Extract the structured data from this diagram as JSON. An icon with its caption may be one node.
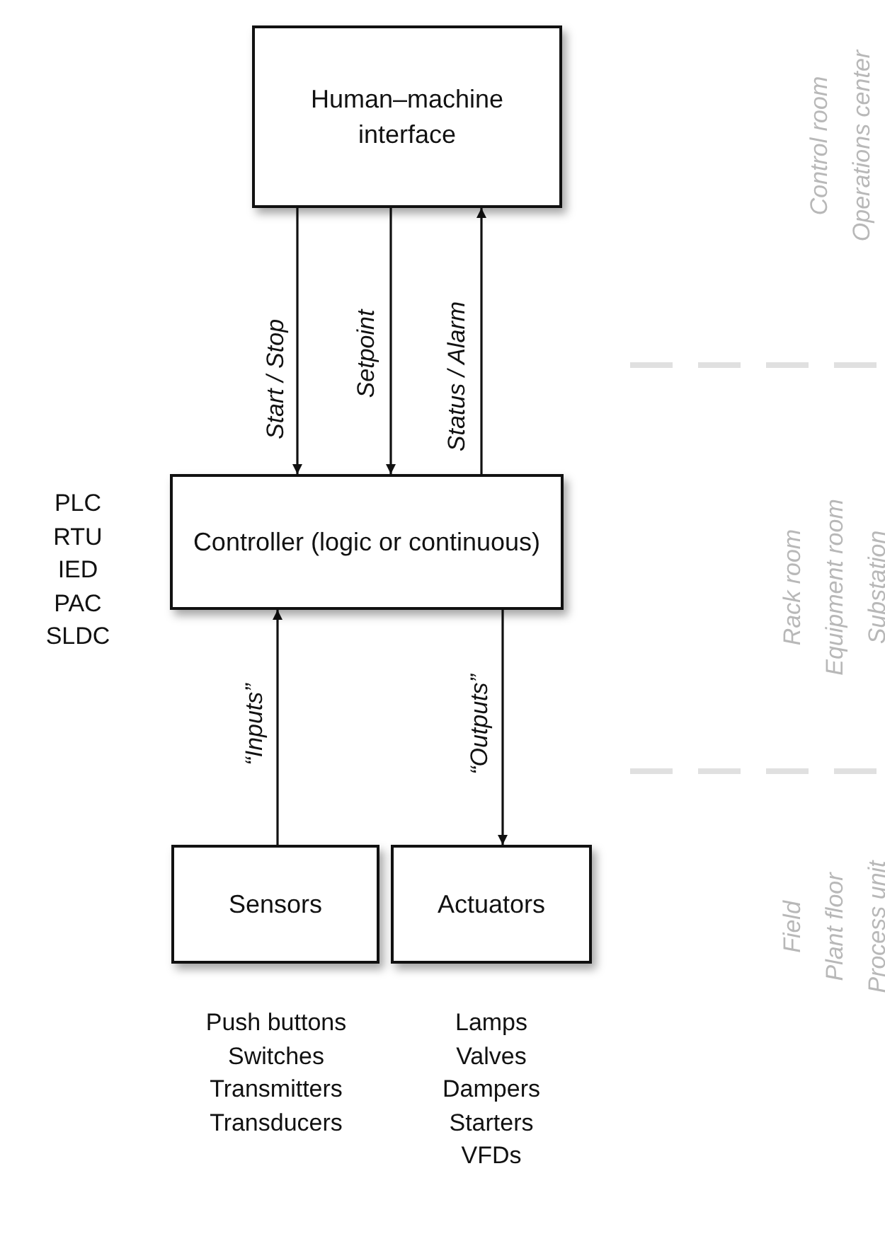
{
  "diagram": {
    "nodes": [
      {
        "text": [
          "Human–machine interface"
        ]
      },
      {
        "text": [
          "Controller (logic or continuous)"
        ],
        "beside": [
          "PLC",
          "RTU",
          "IED",
          "PAC",
          "SLDC"
        ]
      },
      {
        "text": [
          "Sensors"
        ],
        "beside": [
          "Push buttons",
          "Switches",
          "Transmitters",
          "Transducers"
        ]
      },
      {
        "text": [
          "Actuators"
        ],
        "beside": [
          "Lamps",
          "Valves",
          "Dampers",
          "Starters",
          "VFDs"
        ]
      }
    ],
    "edges": [
      {
        "from": 0,
        "to": 1,
        "arrow": "to",
        "label": "Start / Stop"
      },
      {
        "from": 0,
        "to": 1,
        "arrow": "to",
        "label": "Setpoint"
      },
      {
        "from": 1,
        "to": 0,
        "arrow": "to",
        "label": "Status / Alarm"
      },
      {
        "from": 2,
        "to": 1,
        "arrow": "to",
        "label": "“Inputs”"
      },
      {
        "from": 1,
        "to": 3,
        "arrow": "to",
        "label": "“Outputs”"
      }
    ],
    "labels": [
      "Control room",
      "Operations center",
      "Rack room",
      "Equipment room",
      "Substation",
      "Field",
      "Plant floor",
      "Process unit"
    ]
  }
}
